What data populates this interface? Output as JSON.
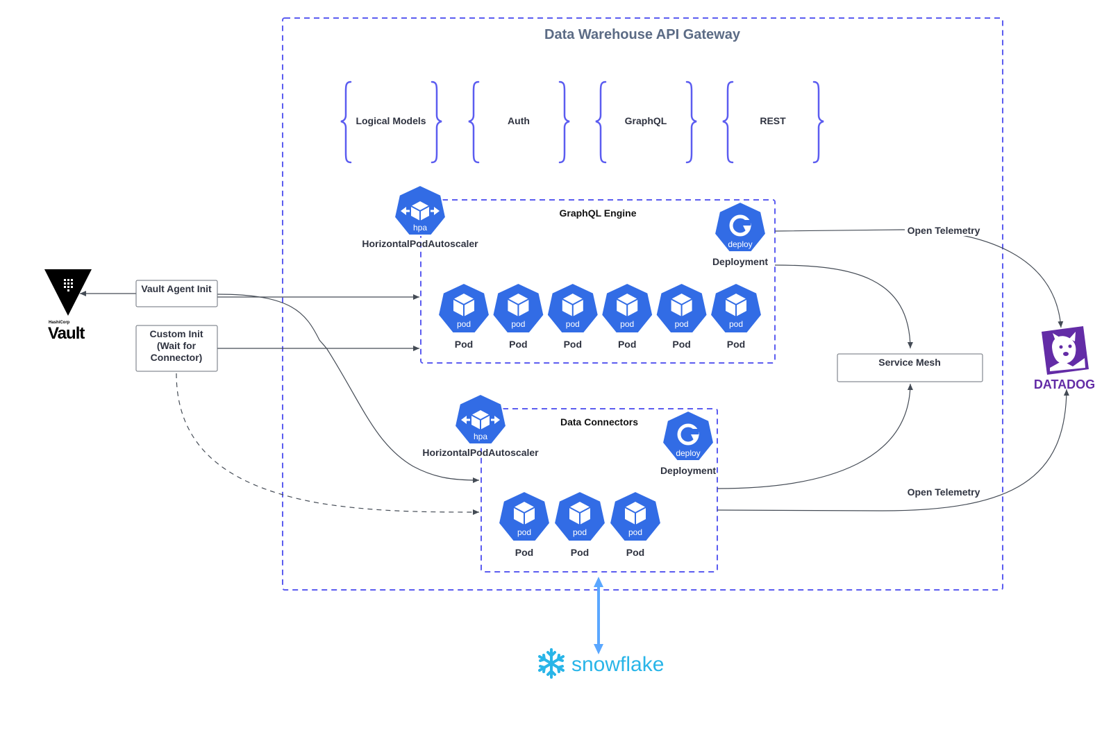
{
  "gateway": {
    "title": "Data Warehouse API Gateway"
  },
  "features": [
    "Logical Models",
    "Auth",
    "GraphQL",
    "REST"
  ],
  "graphql_engine": {
    "title": "GraphQL Engine",
    "hpa_icon_text": "hpa",
    "hpa_label": "HorizontalPodAutoscaler",
    "deploy_icon_text": "deploy",
    "deploy_label": "Deployment",
    "pod_icon_text": "pod",
    "pods": [
      "Pod",
      "Pod",
      "Pod",
      "Pod",
      "Pod",
      "Pod"
    ]
  },
  "data_connectors": {
    "title": "Data Connectors",
    "hpa_icon_text": "hpa",
    "hpa_label": "HorizontalPodAutoscaler",
    "deploy_icon_text": "deploy",
    "deploy_label": "Deployment",
    "pod_icon_text": "pod",
    "pods": [
      "Pod",
      "Pod",
      "Pod"
    ]
  },
  "init_containers": {
    "vault_agent": "Vault Agent Init",
    "custom_init": [
      "Custom Init",
      "(Wait for",
      "Connector)"
    ]
  },
  "service_mesh": "Service Mesh",
  "telemetry": {
    "top": "Open Telemetry",
    "bottom": "Open Telemetry"
  },
  "logos": {
    "vault": {
      "small": "HashiCorp",
      "big": "Vault"
    },
    "datadog": "DATADOG",
    "snowflake": "snowflake"
  },
  "colors": {
    "k8s_blue": "#326ce5",
    "frame_purple": "#5b5cf0",
    "datadog_purple": "#632ca6",
    "snowflake_blue": "#29b5e8",
    "arrow_blue": "#5aa7ff"
  }
}
